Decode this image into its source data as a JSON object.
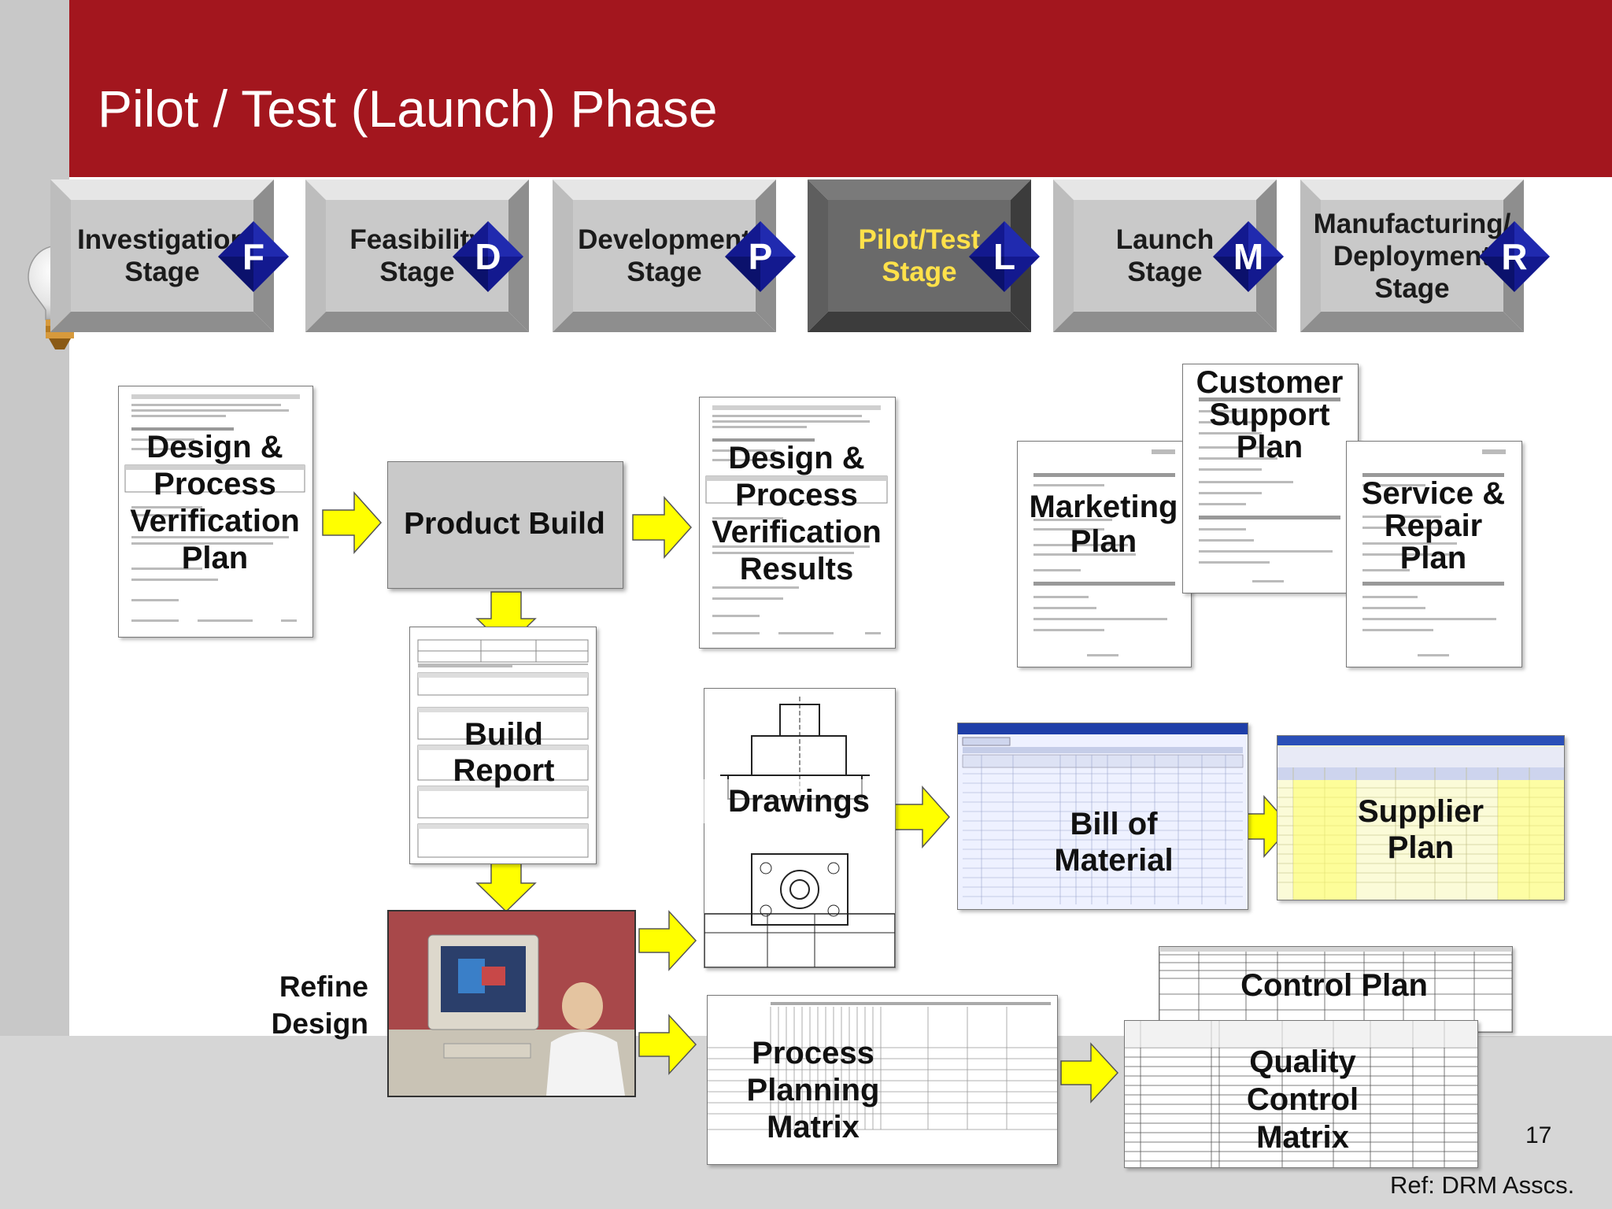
{
  "slide": {
    "title": "Pilot / Test (Launch) Phase",
    "page_number": "17",
    "reference": "Ref: DRM Asscs."
  },
  "stages": [
    {
      "label": "Investigation\nStage",
      "gate": "F",
      "active": false
    },
    {
      "label": "Feasibility\nStage",
      "gate": "D",
      "active": false
    },
    {
      "label": "Development\nStage",
      "gate": "P",
      "active": false
    },
    {
      "label": "Pilot/Test\nStage",
      "gate": "L",
      "active": true
    },
    {
      "label": "Launch\nStage",
      "gate": "M",
      "active": false
    },
    {
      "label": "Manufacturing/\nDeployment\nStage",
      "gate": "R",
      "active": false
    }
  ],
  "deliverables": {
    "dp_verification_plan": "Design &\nProcess\nVerification\nPlan",
    "product_build": "Product Build",
    "dp_verification_results": "Design &\nProcess\nVerification\nResults",
    "marketing_plan": "Marketing\nPlan",
    "customer_support_plan": "Customer\nSupport\nPlan",
    "service_repair_plan": "Service &\nRepair\nPlan",
    "build_report": "Build\nReport",
    "drawings": "Drawings",
    "bill_of_material": "Bill of\nMaterial",
    "supplier_plan": "Supplier\nPlan",
    "refine_design": "Refine\nDesign",
    "control_plan": "Control Plan",
    "process_planning_matrix": "Process\nPlanning\nMatrix",
    "quality_control_matrix": "Quality\nControl\nMatrix"
  },
  "colors": {
    "title_bar": "#a3161e",
    "gate_diamond": "#13198f",
    "arrow_fill": "#ffff00",
    "active_stage_text": "#ffe14a"
  }
}
